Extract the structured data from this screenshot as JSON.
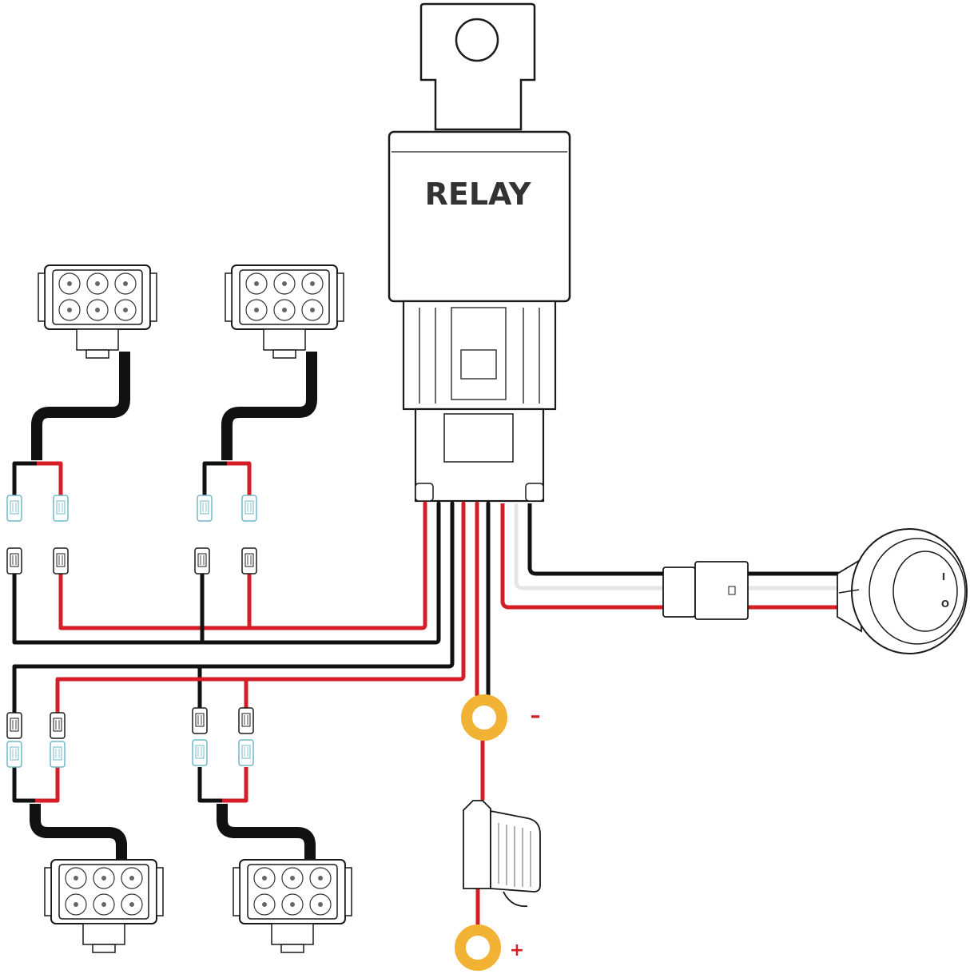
{
  "relay": {
    "label": "RELAY"
  },
  "terminals": {
    "negative": "–",
    "positive": "+"
  },
  "switch": {
    "on_mark": "I",
    "off_mark": "O"
  },
  "colors": {
    "black_wire": "#111111",
    "red_wire": "#d31e25",
    "white_wire": "#e6e6e6",
    "ring_terminal": "#f2b233",
    "outline": "#1a1a1a",
    "connector_blue": "#6fb8c9"
  }
}
